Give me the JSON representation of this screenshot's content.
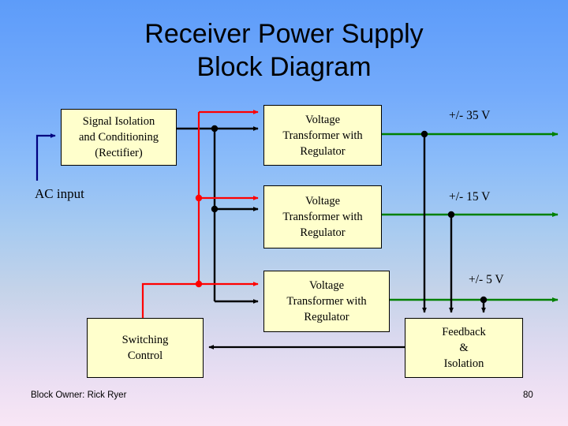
{
  "slide": {
    "title_lines": [
      "Receiver Power Supply",
      "Block Diagram"
    ],
    "page_number": "80",
    "owner": "Block Owner:  Rick Ryer",
    "background": {
      "top_color": "#5d9cf9",
      "bottom_color": "#f8e6f5"
    }
  },
  "colors": {
    "box_fill": "#ffffcc",
    "box_border": "#000000",
    "wire_black": "#000000",
    "wire_red": "#ff0000",
    "wire_green": "#008000",
    "wire_blue": "#000080"
  },
  "blocks": {
    "signal_isolation": {
      "lines": [
        "Signal Isolation",
        "and Conditioning",
        "(Rectifier)"
      ]
    },
    "voltage_transformer_1": {
      "lines": [
        "Voltage",
        "Transformer with",
        "Regulator"
      ]
    },
    "voltage_transformer_2": {
      "lines": [
        "Voltage",
        "Transformer with",
        "Regulator"
      ]
    },
    "voltage_transformer_3": {
      "lines": [
        "Voltage",
        "Transformer with",
        "Regulator"
      ]
    },
    "switching_control": {
      "lines": [
        "Switching",
        "Control"
      ]
    },
    "feedback_isolation": {
      "lines": [
        "Feedback",
        "&",
        "Isolation"
      ]
    }
  },
  "labels": {
    "ac_input": "AC input",
    "rail_35v": "+/- 35 V",
    "rail_15v": "+/- 15 V",
    "rail_5v": "+/- 5 V"
  }
}
